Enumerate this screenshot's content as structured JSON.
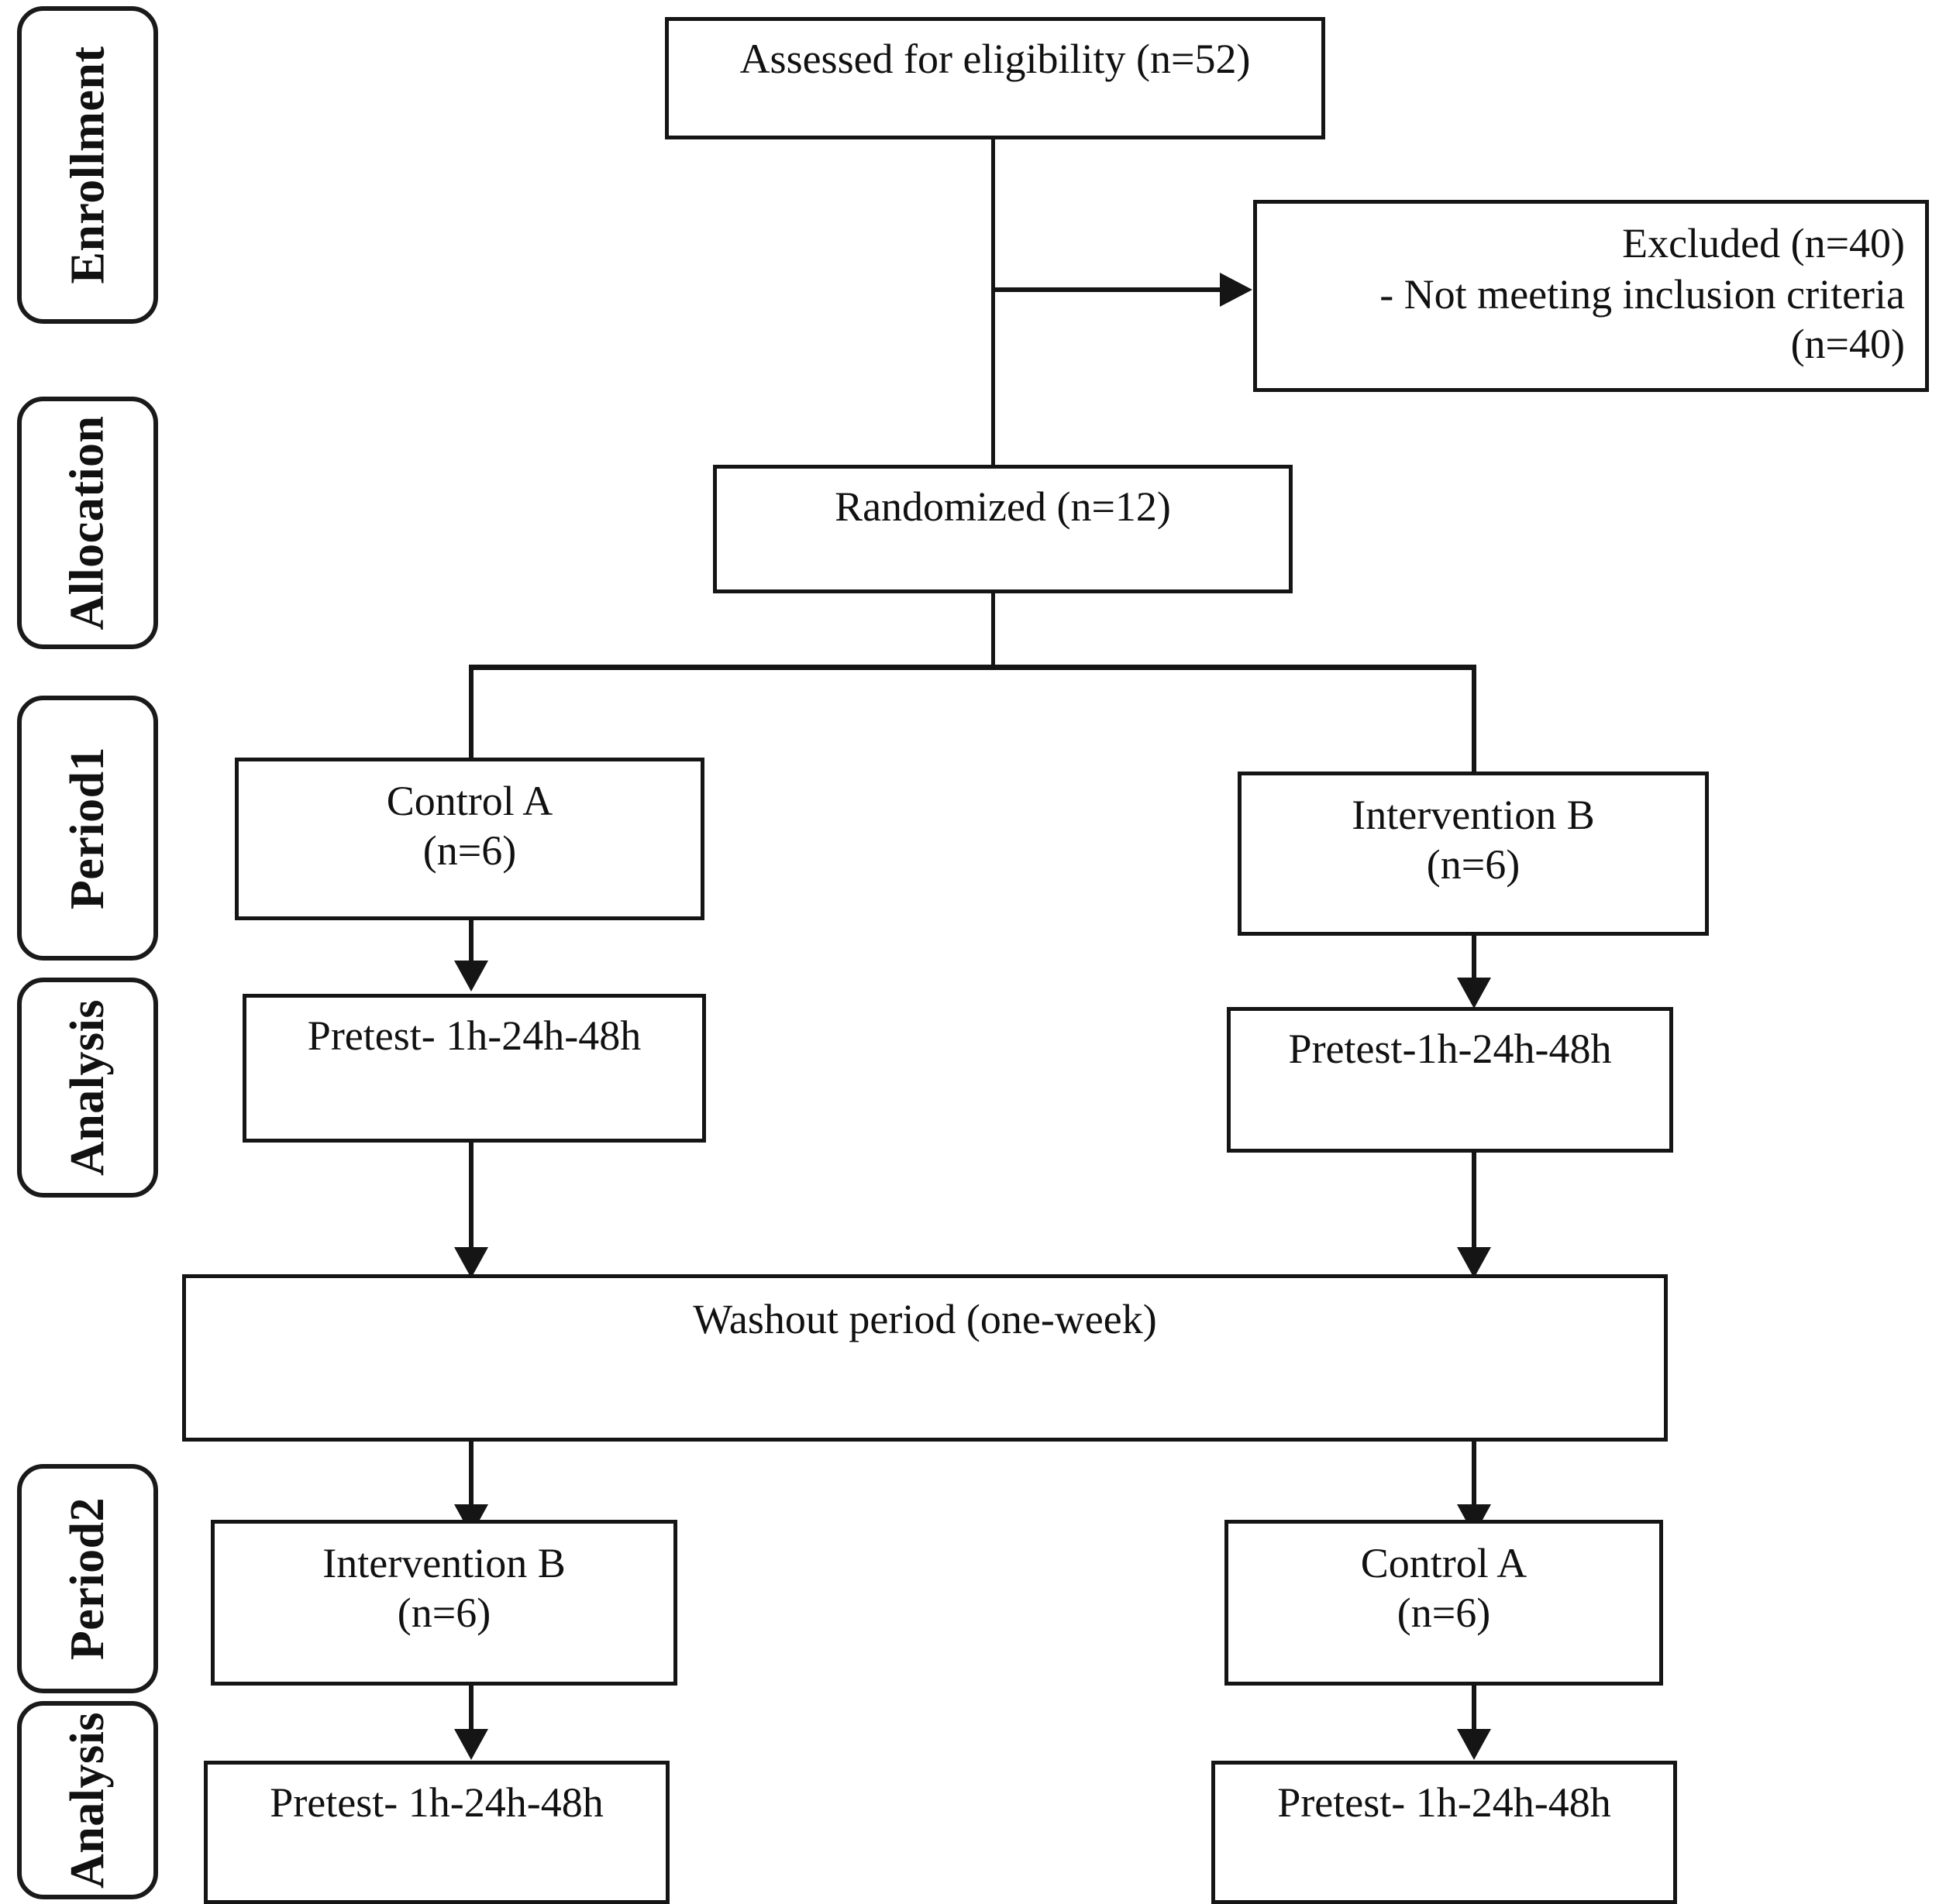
{
  "diagram": {
    "title": "CONSORT crossover trial flow diagram",
    "colors": {
      "stroke": "#151515",
      "phase_stroke": "#1a1a1a",
      "background": "#ffffff"
    }
  },
  "phases": [
    {
      "id": "enrollment",
      "label": "Enrollment"
    },
    {
      "id": "allocation",
      "label": "Allocation"
    },
    {
      "id": "period1",
      "label": "Period1"
    },
    {
      "id": "analysis1",
      "label": "Analysis"
    },
    {
      "id": "period2",
      "label": "Period2"
    },
    {
      "id": "analysis2",
      "label": "Analysis"
    }
  ],
  "nodes": {
    "assessed": {
      "text": "Assessed for eligibility (n=52)"
    },
    "excluded": {
      "line1": "Excluded (n=40)",
      "line2": "- Not meeting inclusion criteria (n=40)"
    },
    "randomized": {
      "text": "Randomized (n=12)"
    },
    "p1_left": {
      "text": "Control A\n(n=6)"
    },
    "p1_right": {
      "text": "Intervention B\n(n=6)"
    },
    "p1_left_test": {
      "text": "Pretest- 1h-24h-48h"
    },
    "p1_right_test": {
      "text": "Pretest-1h-24h-48h"
    },
    "washout": {
      "text": "Washout period (one-week)"
    },
    "p2_left": {
      "text": "Intervention B\n(n=6)"
    },
    "p2_right": {
      "text": "Control A\n(n=6)"
    },
    "p2_left_test": {
      "text": "Pretest- 1h-24h-48h"
    },
    "p2_right_test": {
      "text": "Pretest- 1h-24h-48h"
    }
  }
}
